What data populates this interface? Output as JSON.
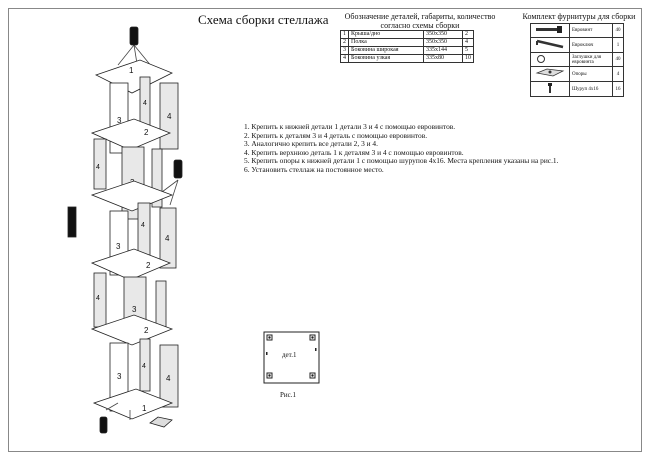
{
  "title": "Схема сборки стеллажа",
  "parts_caption": "Обозначение деталей, габариты, количество согласно схемы сборки",
  "parts": [
    {
      "no": "1",
      "name": "Крыша/дно",
      "size": "350х350",
      "qty": "2"
    },
    {
      "no": "2",
      "name": "Полка",
      "size": "350х350",
      "qty": "4"
    },
    {
      "no": "3",
      "name": "Боковина широкая",
      "size": "335х144",
      "qty": "5"
    },
    {
      "no": "4",
      "name": "Боковина узкая",
      "size": "335х80",
      "qty": "10"
    }
  ],
  "kit_caption": "Комплект фурнитуры для сборки",
  "kit": [
    {
      "icon": "eurovint-icon",
      "name": "Евровинт",
      "qty": "40"
    },
    {
      "icon": "eurokey-icon",
      "name": "Евроключ",
      "qty": "1"
    },
    {
      "icon": "cap-icon",
      "name": "Заглушки для евровинта",
      "qty": "40"
    },
    {
      "icon": "support-icon",
      "name": "Опоры",
      "qty": "4"
    },
    {
      "icon": "screw-icon",
      "name": "Шуруп 4х16",
      "qty": "16"
    }
  ],
  "steps": [
    "1. Крепить к нижней детали 1 детали 3 и 4 с помощью евровинтов.",
    "2. Крепить к деталям 3 и 4 деталь с помощью евровинтов.",
    "3. Аналогично крепить все детали 2, 3 и 4.",
    "4. Крепить верхнюю деталь 1 к деталям 3 и 4 с помощью евровинтов.",
    "5. Крепить опоры к нижней детали 1 с помощью шурупов 4х16. Места крепления указаны на рис.1.",
    "6. Установить стеллаж на постоянное место."
  ],
  "fig": {
    "detail_label": "дет.1",
    "caption": "Рис.1"
  },
  "diagram_labels": {
    "roof": "1",
    "shelf": "2",
    "wide": "3",
    "narrow": "4"
  }
}
